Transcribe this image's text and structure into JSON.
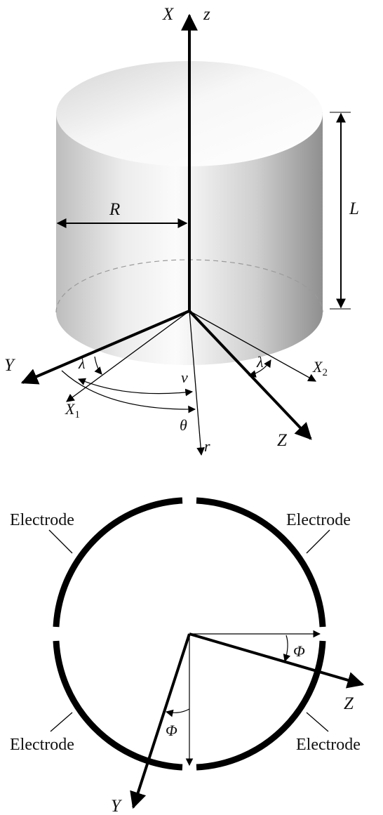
{
  "top_view": {
    "axes": {
      "X": "X",
      "z": "z",
      "Y": "Y",
      "Z": "Z",
      "r": "r"
    },
    "dimensions": {
      "radius": "R",
      "length": "L"
    },
    "angles": {
      "lambda_left": "λ",
      "lambda_right": "λ",
      "nu": "ν",
      "theta": "θ"
    },
    "subaxes": {
      "x1": {
        "base": "X",
        "sub": "1"
      },
      "x2": {
        "base": "X",
        "sub": "2"
      }
    }
  },
  "bottom_view": {
    "electrodes": {
      "top_left": "Electrode",
      "top_right": "Electrode",
      "bottom_left": "Electrode",
      "bottom_right": "Electrode"
    },
    "axes": {
      "Y": "Y",
      "Z": "Z"
    },
    "angles": {
      "phi_right": "Φ",
      "phi_bottom": "Φ"
    }
  }
}
